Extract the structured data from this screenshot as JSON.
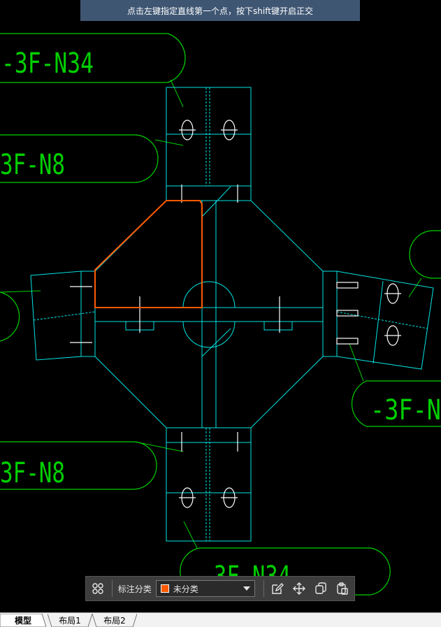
{
  "hint": {
    "text": "点击左键指定直线第一个点，按下shift键开启正交"
  },
  "drawing": {
    "labels": [
      "-3F-N34",
      "3F-N8",
      "-3F-N",
      "3F-N8",
      "3F-N34"
    ],
    "colors": {
      "outline": "#00e5e5",
      "leader": "#00d000",
      "selection": "#ff5a00",
      "background": "#000000"
    }
  },
  "toolbar": {
    "tag_label": "标注分类",
    "category": {
      "value": "未分类",
      "color": "#ff5a00"
    },
    "icons": [
      "grid-icon",
      "edit-icon",
      "move-icon",
      "copy-icon",
      "paste-icon",
      "chevron-down-icon"
    ]
  },
  "tabs": [
    {
      "label": "模型",
      "active": true
    },
    {
      "label": "布局1",
      "active": false
    },
    {
      "label": "布局2",
      "active": false
    }
  ]
}
